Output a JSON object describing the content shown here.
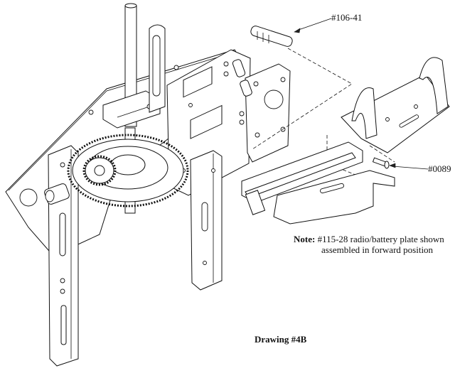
{
  "labels": {
    "part_106_41": "#106-41",
    "part_0089": "#0089",
    "note_prefix": "Note:",
    "note_line1": "#115-28 radio/battery plate shown",
    "note_line2": "assembled in forward position",
    "drawing_title": "Drawing #4B"
  }
}
